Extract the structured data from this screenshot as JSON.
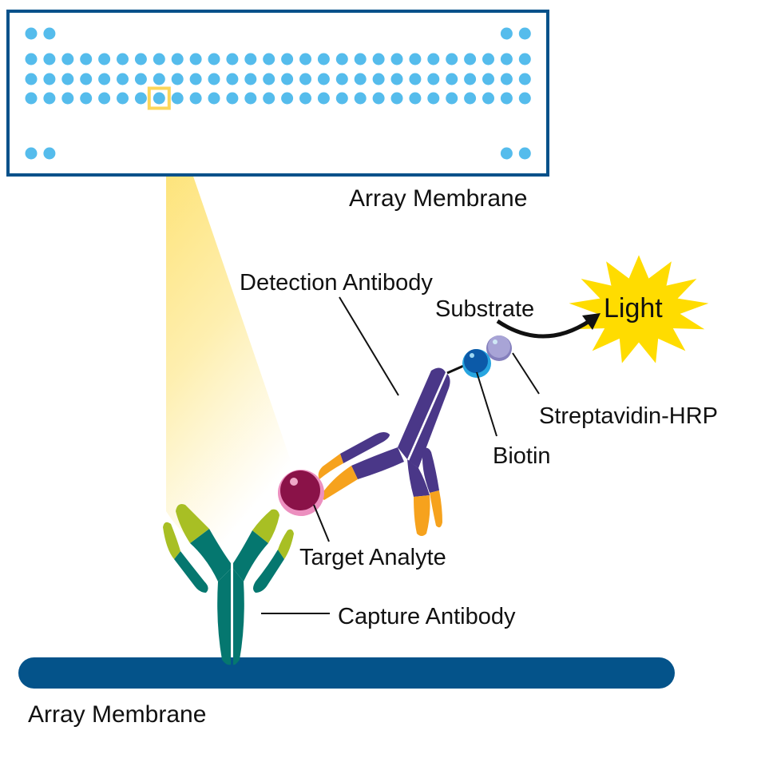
{
  "colors": {
    "frame": "#06518a",
    "spot": "#55bcec",
    "highlight": "#fbd65a",
    "membrane": "#04538a",
    "capture_body": "#05776f",
    "capture_tip": "#a8bf24",
    "detection_body": "#4a3788",
    "detection_tip": "#f6a21d",
    "analyte": "#8a1248",
    "analyte_ring": "#ec8fbf",
    "biotin": "#0c5aa8",
    "biotin_ring": "#27a5e0",
    "strep": "#a8a4d6",
    "strep_ring": "#8580bd",
    "light": "#ffdc00"
  },
  "array": {
    "rows": 3,
    "columns": 28,
    "corner_spots_per_corner": 2,
    "highlighted_spot": {
      "row": 3,
      "column": 8
    },
    "label": "Array Membrane"
  },
  "labels": {
    "detection_antibody": "Detection Antibody",
    "substrate": "Substrate",
    "light": "Light",
    "streptavidin_hrp": "Streptavidin-HRP",
    "biotin": "Biotin",
    "target_analyte": "Target Analyte",
    "capture_antibody": "Capture Antibody",
    "membrane": "Array Membrane"
  }
}
